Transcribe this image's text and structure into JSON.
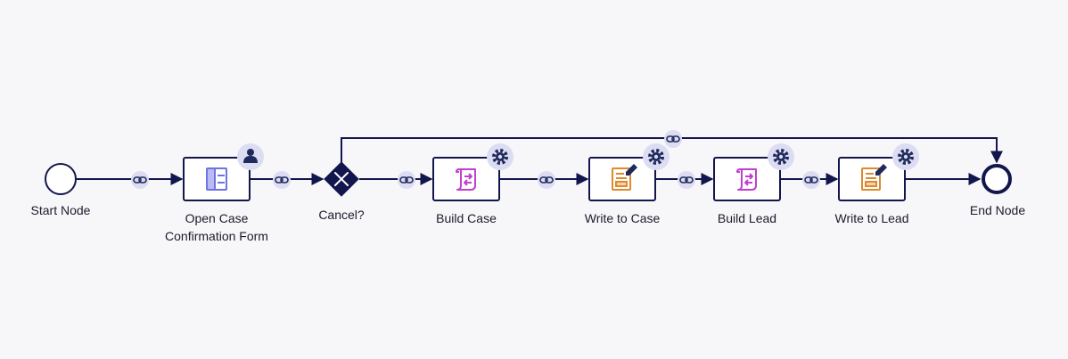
{
  "flow": {
    "nodes": {
      "start": {
        "label": "Start Node"
      },
      "open_form": {
        "label_line1": "Open Case",
        "label_line2": "Confirmation Form",
        "badge_icon": "user-icon",
        "icon": "form-layout-icon"
      },
      "cancel": {
        "label": "Cancel?",
        "icon": "close-icon"
      },
      "build_case": {
        "label": "Build Case",
        "badge_icon": "gear-icon",
        "icon": "script-icon"
      },
      "write_case": {
        "label": "Write to Case",
        "badge_icon": "gear-icon",
        "icon": "edit-record-icon"
      },
      "build_lead": {
        "label": "Build Lead",
        "badge_icon": "gear-icon",
        "icon": "script-icon"
      },
      "write_lead": {
        "label": "Write to Lead",
        "badge_icon": "gear-icon",
        "icon": "edit-record-icon"
      },
      "end": {
        "label": "End Node"
      }
    },
    "connector_icon": "link-icon"
  },
  "colors": {
    "background": "#f7f7fa",
    "line": "#13164d",
    "node_fill": "#ffffff",
    "badge_bg": "#dcdcf2",
    "badge_fg": "#1f2a5c",
    "form_icon": "#6f73e0",
    "script_icon": "#c03fcf",
    "write_icon": "#e0892c"
  }
}
